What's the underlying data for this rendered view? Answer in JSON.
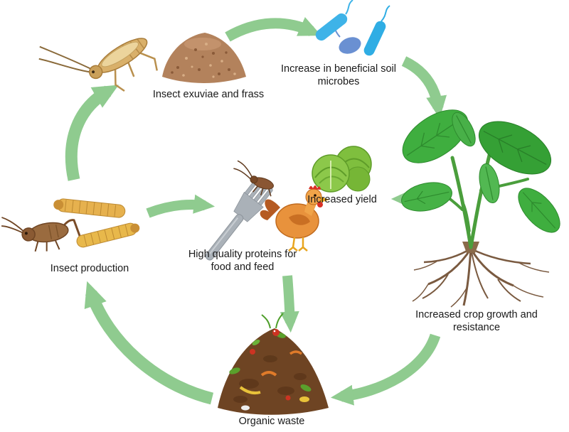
{
  "diagram": {
    "nodes": {
      "exuviae": {
        "label": "Insect exuviae and frass"
      },
      "microbes": {
        "label": "Increase in beneficial soil microbes"
      },
      "crop": {
        "label": "Increased crop growth and resistance"
      },
      "yield": {
        "label": "Increased yield"
      },
      "proteins": {
        "label": "High quality proteins for food and feed"
      },
      "production": {
        "label": "Insect production"
      },
      "waste": {
        "label": "Organic waste"
      }
    },
    "colors": {
      "arrow": "#8fcb8f",
      "text": "#1a1a1a",
      "background": "#ffffff"
    }
  }
}
